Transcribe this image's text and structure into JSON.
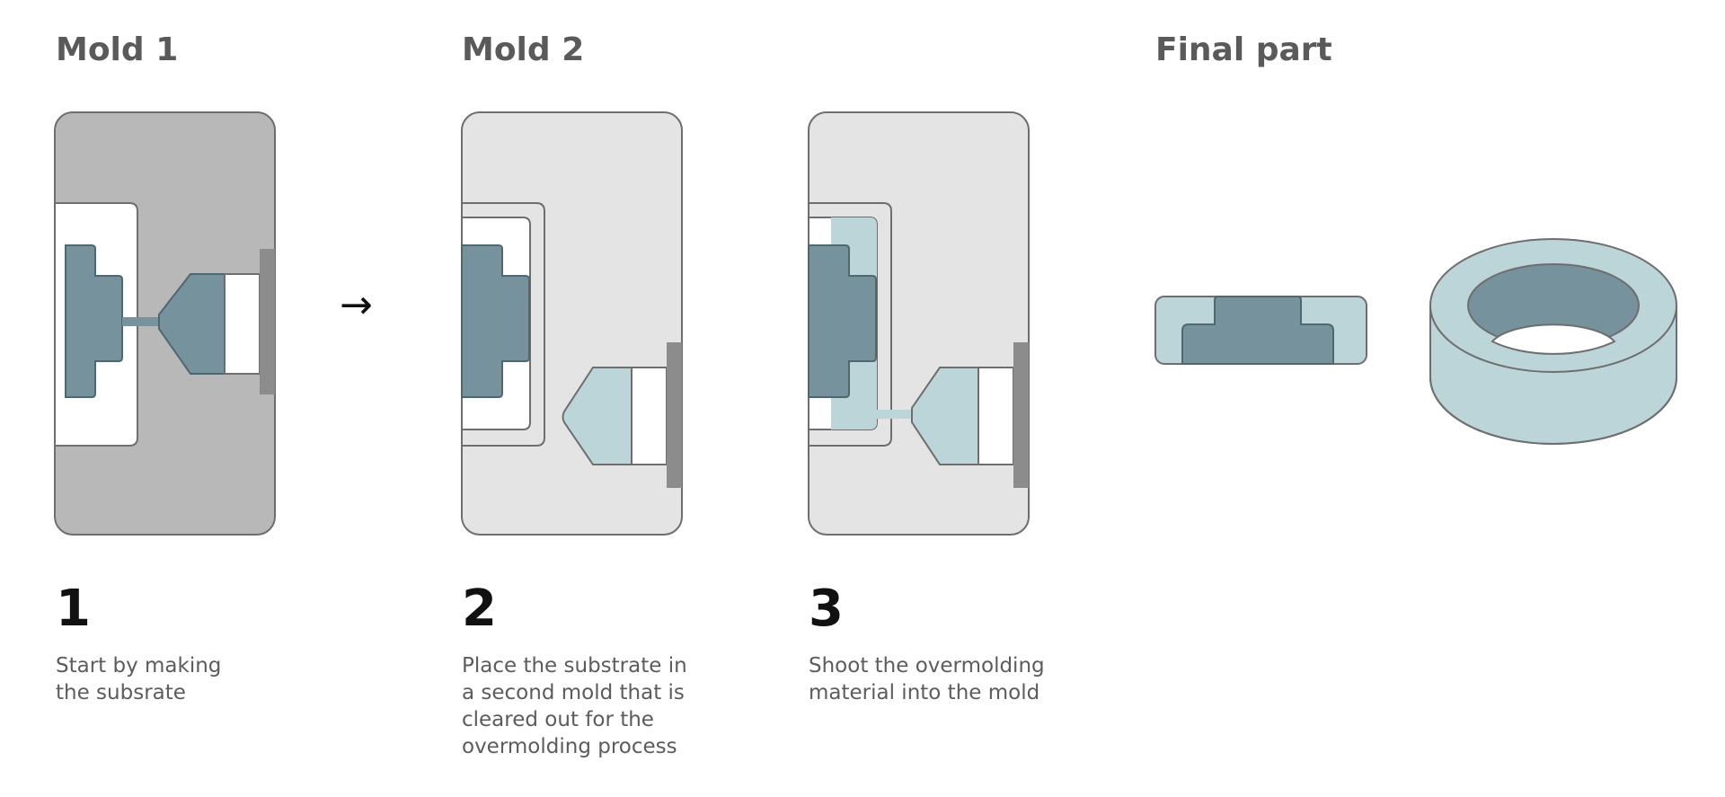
{
  "headings": {
    "mold1": "Mold 1",
    "mold2": "Mold 2",
    "final": "Final part"
  },
  "arrow": "→",
  "steps": [
    {
      "number": "1",
      "description": "Start by making\nthe subsrate"
    },
    {
      "number": "2",
      "description": "Place the substrate in\na second mold that is\ncleared out for the\novermolding process"
    },
    {
      "number": "3",
      "description": "Shoot the overmolding\nmaterial into the mold"
    }
  ],
  "colors": {
    "mold1_body": "#b8b8b8",
    "mold2_body": "#e4e4e4",
    "substrate": "#76929c",
    "overmold": "#bcd5d8",
    "plate": "#8c8c8c",
    "outline": "#6e6e6e"
  }
}
